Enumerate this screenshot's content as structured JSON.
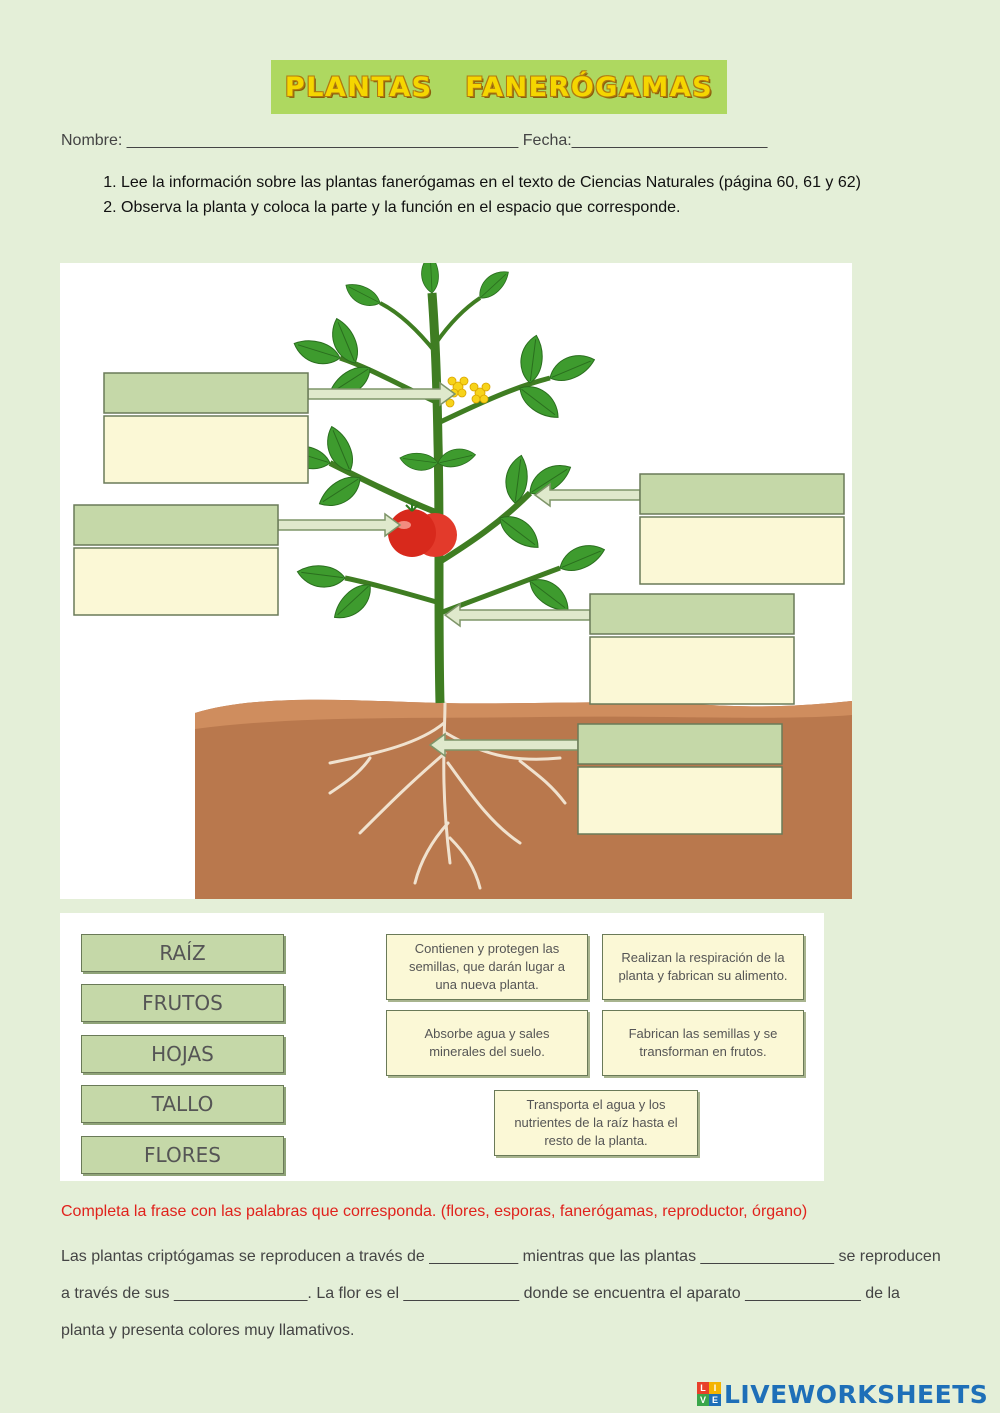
{
  "title": "PLANTAS   FANERÓGAMAS",
  "name_line": "Nombre: ____________________________________________ Fecha:______________________",
  "instructions": [
    "Lee la información sobre las plantas fanerógamas en el texto de Ciencias Naturales (página 60, 61 y 62)",
    "Observa la planta y coloca la parte y la función en el espacio que corresponde."
  ],
  "word_cards": [
    "RAÍZ",
    "FRUTOS",
    "HOJAS",
    "TALLO",
    "FLORES"
  ],
  "function_cards": [
    "Contienen y protegen las semillas, que darán lugar a una nueva planta.",
    "Realizan la respiración de la planta y fabrican su alimento.",
    "Absorbe agua y sales minerales del suelo.",
    "Fabrican las semillas y se transforman en frutos.",
    "Transporta el agua y los nutrientes de la raíz hasta el resto de la planta."
  ],
  "completion_instruction": "Completa la frase con las palabras que corresponda. (flores, esporas, fanerógamas, reproductor, órgano)",
  "completion_text": "Las plantas criptógamas se reproducen a través de __________ mientras que las plantas _______________ se reproducen a través de sus _______________. La flor es el _____________ donde se encuentra el aparato _____________ de la planta y presenta colores muy llamativos.",
  "logo": {
    "text": "LIVEWORKSHEETS",
    "icon_letters": [
      "L",
      "I",
      "V",
      "E"
    ],
    "icon_colors": [
      "#e8402a",
      "#f4b400",
      "#3aa64a",
      "#1e6fb8"
    ]
  },
  "colors": {
    "background": "#e4efd8",
    "label_green": "#c5d8a8",
    "label_cream": "#fbf8d6",
    "instruction_red": "#e0221c",
    "title_yellow": "#f5d600"
  }
}
